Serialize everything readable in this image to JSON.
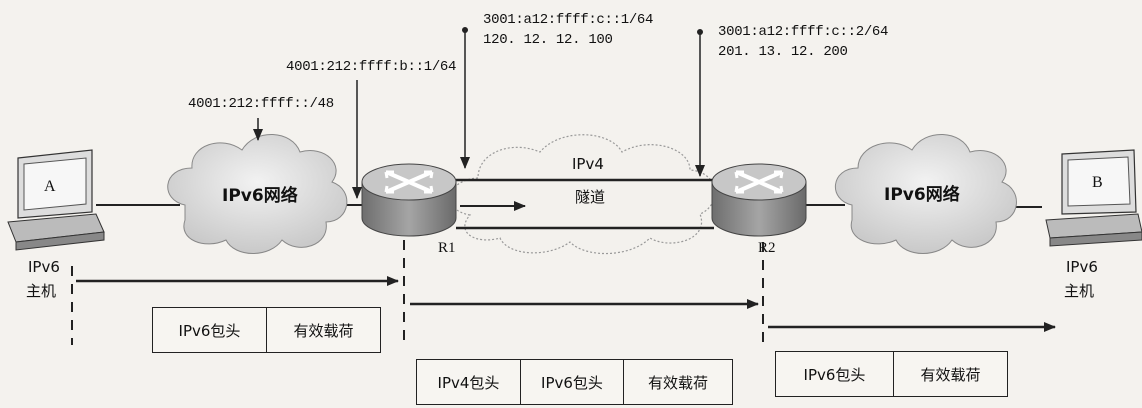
{
  "labels": {
    "addr_net_a": "4001:212:ffff::/48",
    "addr_r1_ipv6": "4001:212:ffff:b::1/64",
    "addr_r1_tunnel": "3001:a12:ffff:c::1/64",
    "addr_r1_ipv4": "120. 12. 12. 100",
    "addr_r2_tunnel": "3001:a12:ffff:c::2/64",
    "addr_r2_ipv4": "201. 13. 12. 200",
    "cloud_left": "IPv6网络",
    "cloud_right": "IPv6网络",
    "tunnel_line1": "IPv4",
    "tunnel_line2": "隧道",
    "router1": "R1",
    "router2": "R2",
    "host_a_screen": "A",
    "host_b_screen": "B",
    "host_a_line1": "IPv6",
    "host_a_line2": "主机",
    "host_b_line1": "IPv6",
    "host_b_line2": "主机"
  },
  "packets": {
    "left": [
      "IPv6包头",
      "有效载荷"
    ],
    "middle": [
      "IPv4包头",
      "IPv6包头",
      "有效载荷"
    ],
    "right": [
      "IPv6包头",
      "有效载荷"
    ]
  },
  "colors": {
    "background": "#f4f2ee",
    "router_body": "#8a8a8a",
    "cloud_fill": "#dcdcdc",
    "line": "#222222"
  }
}
